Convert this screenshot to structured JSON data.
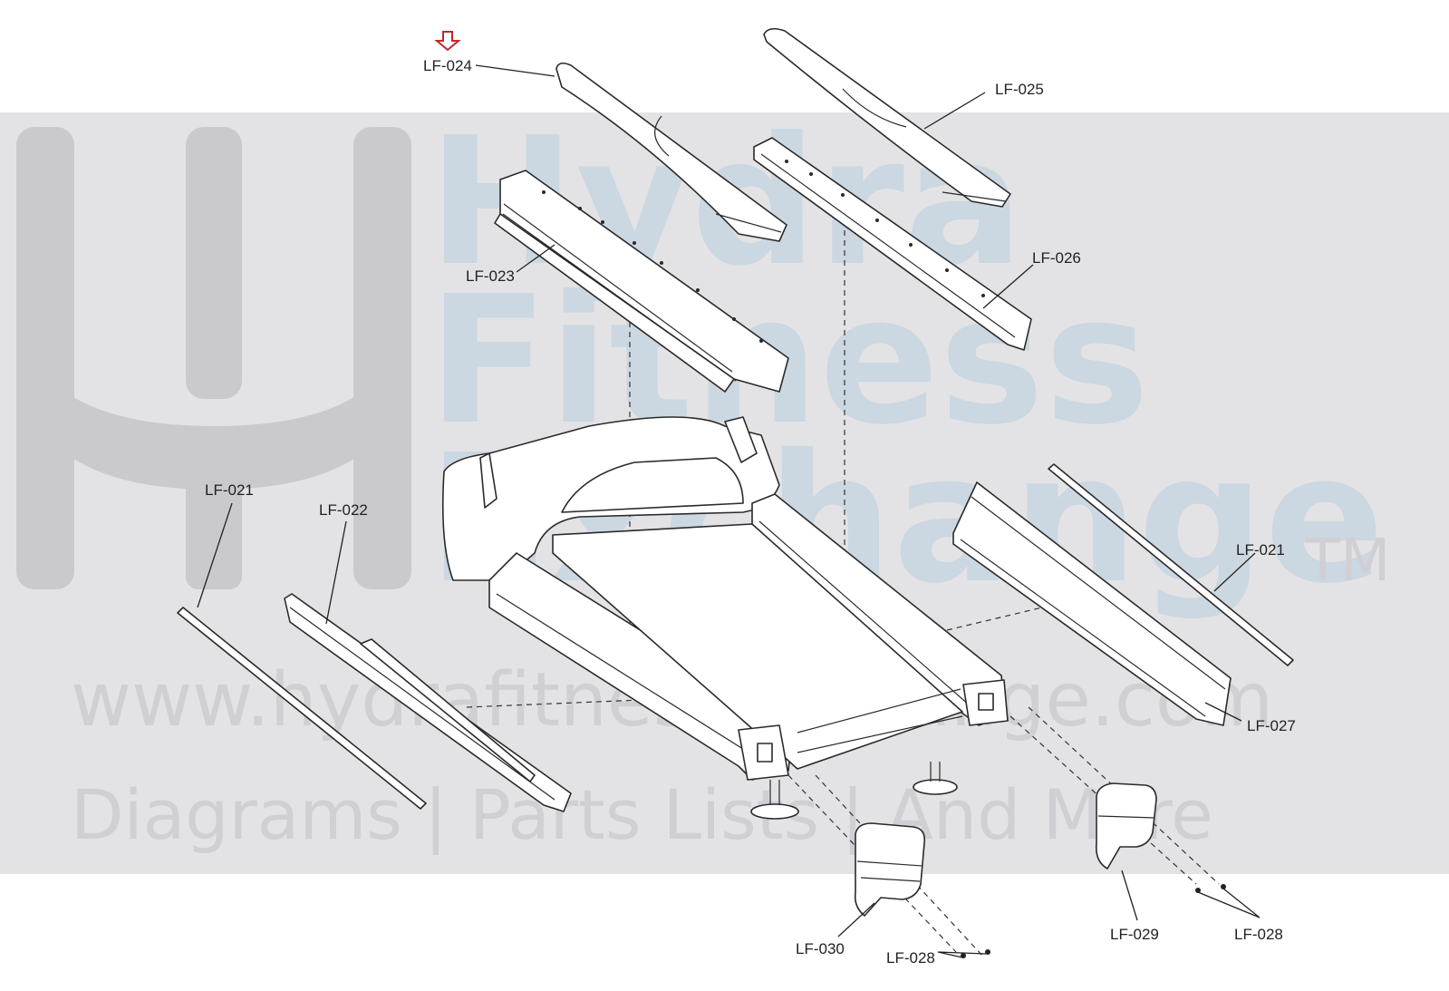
{
  "watermark": {
    "brand_lines": [
      "Hydra",
      "Fitness",
      "Exchange"
    ],
    "trademark": "TM",
    "url": "www.hydrafitnessexchange.com",
    "tagline": "Diagrams | Parts Lists | And More",
    "colors": {
      "band": "#e3e3e6",
      "logo": "#c9c9ce",
      "letters": "#c4d3e0"
    }
  },
  "highlight": {
    "marker": "red-down-arrow",
    "part": "LF-024",
    "color": "#c0282d"
  },
  "labels": {
    "lf024": "LF-024",
    "lf025": "LF-025",
    "lf023": "LF-023",
    "lf026": "LF-026",
    "lf021_left": "LF-021",
    "lf022": "LF-022",
    "lf021_right": "LF-021",
    "lf027": "LF-027",
    "lf030": "LF-030",
    "lf028_left": "LF-028",
    "lf029": "LF-029",
    "lf028_right": "LF-028"
  }
}
